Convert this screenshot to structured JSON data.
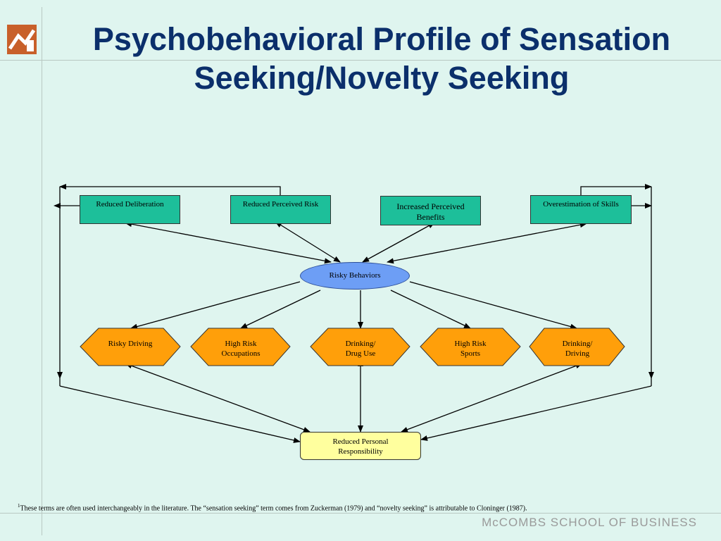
{
  "title": {
    "line1": "Psychobehavioral Profile of Sensation",
    "line2": "Seeking/Novelty Seeking"
  },
  "top_boxes": {
    "reduced_deliberation": "Reduced Deliberation",
    "reduced_perceived_risk": "Reduced Perceived Risk",
    "increased_benefits_l1": "Increased Perceived",
    "increased_benefits_l2": "Benefits",
    "overestimation": "Overestimation of Skills"
  },
  "center": {
    "risky_behaviors": "Risky Behaviors"
  },
  "behaviors": {
    "risky_driving": "Risky Driving",
    "high_risk_occupations_l1": "High Risk",
    "high_risk_occupations_l2": "Occupations",
    "drinking_drug_l1": "Drinking/",
    "drinking_drug_l2": "Drug Use",
    "high_risk_sports_l1": "High Risk",
    "high_risk_sports_l2": "Sports",
    "drinking_driving_l1": "Drinking/",
    "drinking_driving_l2": "Driving"
  },
  "bottom": {
    "responsibility_l1": "Reduced Personal",
    "responsibility_l2": "Responsibility"
  },
  "footnote": {
    "marker": "1",
    "text": "These terms are often used interchangeably in the literature.  The “sensation seeking” term comes from Zuckerman (1979) and “novelty seeking” is attributable to Cloninger (1987)."
  },
  "brand": "McCOMBS SCHOOL OF BUSINESS",
  "colors": {
    "background": "#dff5ef",
    "title": "#0b2f6b",
    "teal_box": "#1dbf9a",
    "oval": "#6d9ef5",
    "hexagon": "#ff9f0a",
    "responsibility_box": "#ffff9e",
    "logo": "#c8602a"
  }
}
